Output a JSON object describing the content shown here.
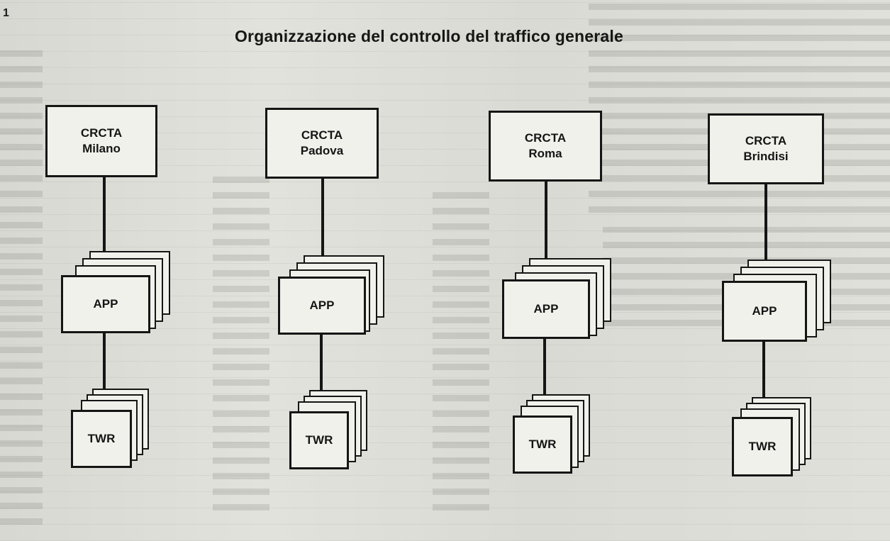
{
  "page_number": "1",
  "title": "Organizzazione del controllo del traffico generale",
  "centers": [
    {
      "label_line1": "CRCTA",
      "label_line2": "Milano",
      "app_label": "APP",
      "twr_label": "TWR"
    },
    {
      "label_line1": "CRCTA",
      "label_line2": "Padova",
      "app_label": "APP",
      "twr_label": "TWR"
    },
    {
      "label_line1": "CRCTA",
      "label_line2": "Roma",
      "app_label": "APP",
      "twr_label": "TWR"
    },
    {
      "label_line1": "CRCTA",
      "label_line2": "Brindisi",
      "app_label": "APP",
      "twr_label": "TWR"
    }
  ]
}
